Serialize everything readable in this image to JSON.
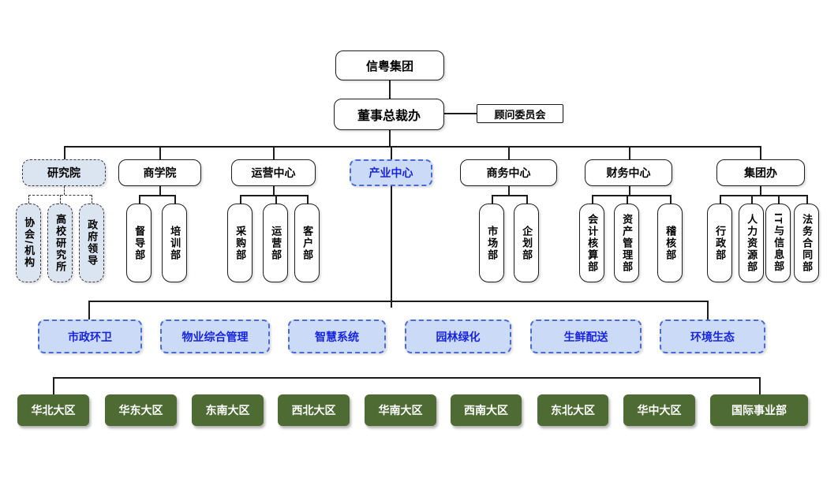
{
  "org": {
    "root": {
      "label": "信粤集团"
    },
    "executive": {
      "label": "董事总裁办"
    },
    "advisory": {
      "label": "顾问委员会"
    },
    "centers": [
      {
        "label": "研究院"
      },
      {
        "label": "商学院"
      },
      {
        "label": "运营中心"
      },
      {
        "label": "产业中心"
      },
      {
        "label": "商务中心"
      },
      {
        "label": "财务中心"
      },
      {
        "label": "集团办"
      }
    ],
    "research_units": [
      {
        "label": "协会/机构"
      },
      {
        "label": "高校研究所"
      },
      {
        "label": "政府领导"
      }
    ],
    "business_school_depts": [
      {
        "label": "督导部"
      },
      {
        "label": "培训部"
      }
    ],
    "operations_depts": [
      {
        "label": "采购部"
      },
      {
        "label": "运营部"
      },
      {
        "label": "客户部"
      }
    ],
    "commerce_depts": [
      {
        "label": "市场部"
      },
      {
        "label": "企划部"
      }
    ],
    "finance_depts": [
      {
        "label": "会计核算部"
      },
      {
        "label": "资产管理部"
      },
      {
        "label": "稽核部"
      }
    ],
    "group_office_depts": [
      {
        "label": "行政部"
      },
      {
        "label": "人力资源部"
      },
      {
        "label": "IT与信息部"
      },
      {
        "label": "法务合同部"
      }
    ],
    "industry_segments": [
      {
        "label": "市政环卫"
      },
      {
        "label": "物业综合管理"
      },
      {
        "label": "智慧系统"
      },
      {
        "label": "园林绿化"
      },
      {
        "label": "生鲜配送"
      },
      {
        "label": "环境生态"
      }
    ],
    "regions": [
      {
        "label": "华北大区"
      },
      {
        "label": "华东大区"
      },
      {
        "label": "东南大区"
      },
      {
        "label": "西北大区"
      },
      {
        "label": "华南大区"
      },
      {
        "label": "西南大区"
      },
      {
        "label": "东北大区"
      },
      {
        "label": "华中大区"
      },
      {
        "label": "国际事业部"
      }
    ]
  },
  "colors": {
    "node_fill": "#ffffff",
    "highlight_fill": "#dbe5f1",
    "industry_fill": "#cbdaf6",
    "industry_border": "#4a6ad8",
    "industry_text": "#1825e0",
    "region_fill": "#4d6b32",
    "line": "#1c1c1c"
  }
}
